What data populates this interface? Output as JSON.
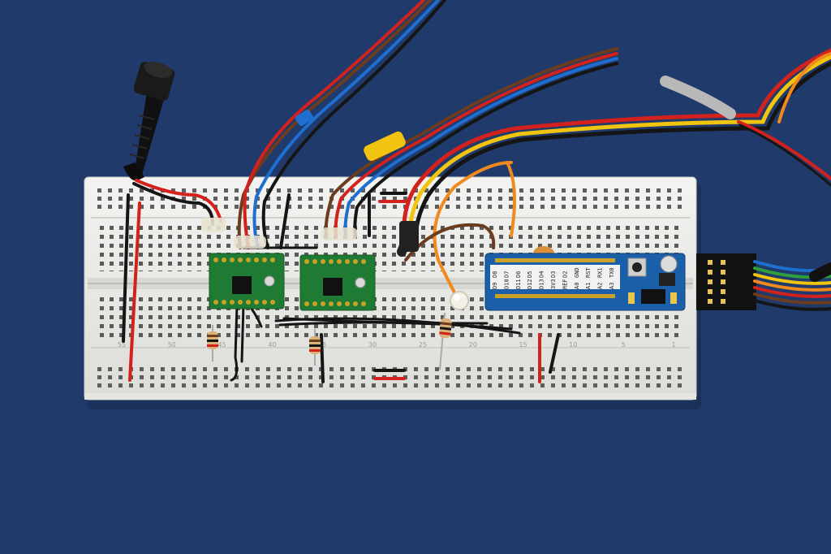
{
  "scene": {
    "background_color": "#1f3a6b",
    "breadboard": {
      "color": "#ececea",
      "column_numbers": [
        "55",
        "50",
        "45",
        "40",
        "35",
        "30",
        "25",
        "20",
        "15",
        "10",
        "5",
        "1"
      ]
    },
    "modules": {
      "stepper_driver_color": "#1f7a33",
      "microcontroller_color": "#1b5fa8",
      "microcontroller_pin_labels": [
        "D8",
        "D7",
        "D6",
        "D5",
        "D4",
        "D3",
        "D2",
        "GND",
        "RST",
        "RX1",
        "TX0"
      ],
      "microcontroller_pin_labels_right": [
        "D9",
        "D10",
        "D11",
        "D12",
        "D13",
        "3V3",
        "REF",
        "A0",
        "A1",
        "A2",
        "A3"
      ]
    },
    "wire_colors": {
      "red": "#d3221d",
      "black": "#151515",
      "blue": "#1f6fd0",
      "brown": "#6b3d1e",
      "yellow": "#f1c40f",
      "orange": "#f08a1c",
      "green": "#2e9e3e"
    },
    "icons": [
      "audio-jack-icon",
      "resistor-icon",
      "led-icon",
      "pin-header-icon",
      "push-button-icon"
    ]
  }
}
